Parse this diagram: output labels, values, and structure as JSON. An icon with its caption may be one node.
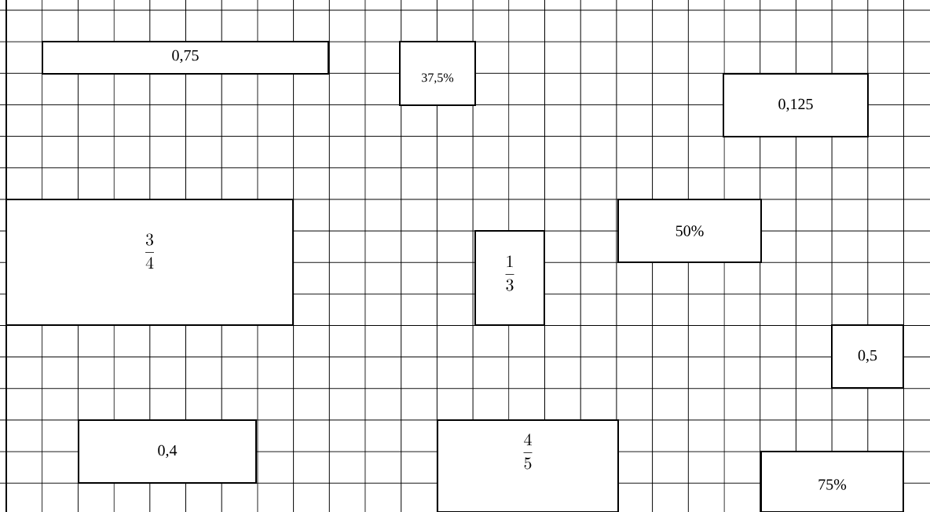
{
  "diagram": {
    "nodes": [
      {
        "text": [
          "0,75"
        ]
      },
      {
        "text": [
          "37,5%"
        ]
      },
      {
        "text": [
          "0,125"
        ]
      },
      {
        "text": [
          "\\frac{3}{4}"
        ]
      },
      {
        "text": [
          "\\frac{1}{3}"
        ]
      },
      {
        "text": [
          "50%"
        ]
      },
      {
        "text": [
          "0,5"
        ]
      },
      {
        "text": [
          "0,4"
        ]
      },
      {
        "text": [
          "\\frac{4}{5}"
        ]
      },
      {
        "text": [
          "75%"
        ]
      }
    ]
  }
}
